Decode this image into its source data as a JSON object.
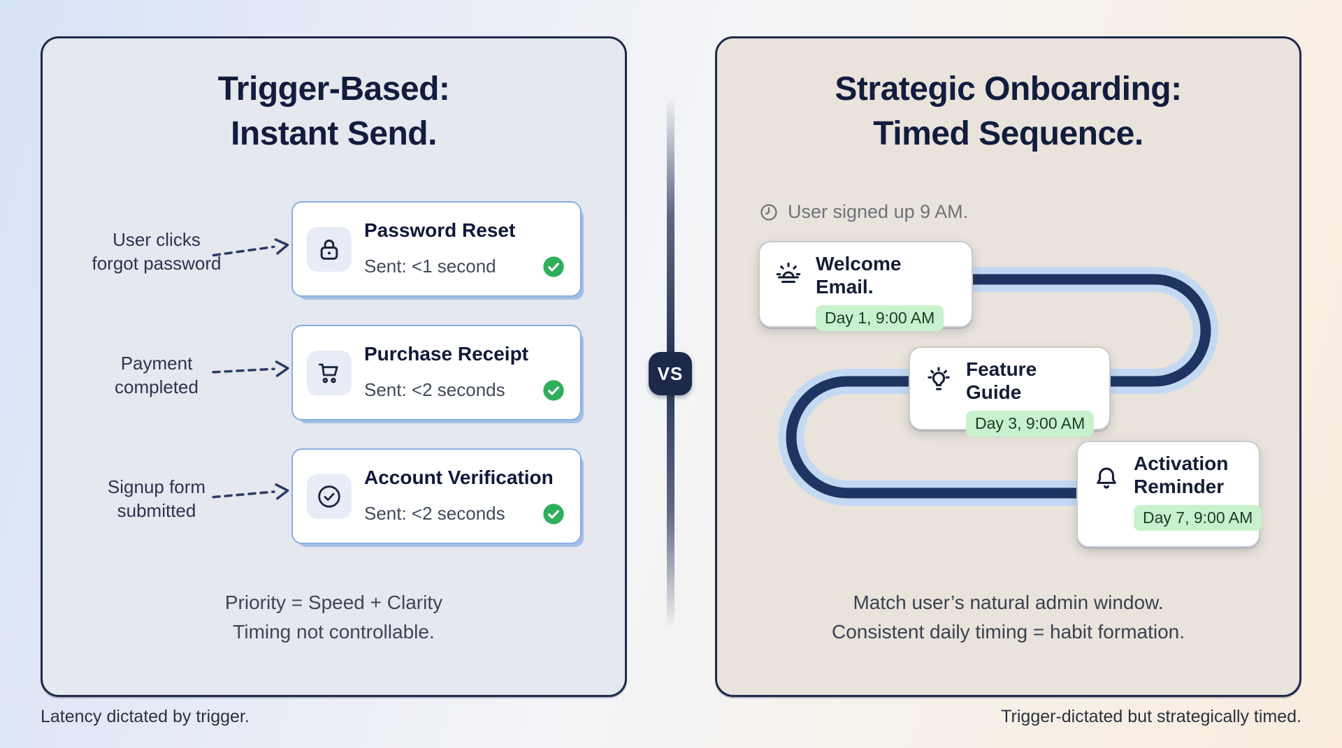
{
  "left_panel": {
    "title_line1": "Trigger-Based:",
    "title_line2": "Instant Send.",
    "rows": [
      {
        "trigger_line1": "User clicks",
        "trigger_line2": "forgot password",
        "card_title": "Password Reset",
        "card_subtitle": "Sent: <1 second",
        "icon": "lock-icon",
        "status_icon": "check-circle-green"
      },
      {
        "trigger_line1": "Payment",
        "trigger_line2": "completed",
        "card_title": "Purchase Receipt",
        "card_subtitle": "Sent: <2 seconds",
        "icon": "cart-icon",
        "status_icon": "check-circle-green"
      },
      {
        "trigger_line1": "Signup form",
        "trigger_line2": "submitted",
        "card_title": "Account Verification",
        "card_subtitle": "Sent: <2 seconds",
        "icon": "check-circle-icon",
        "status_icon": "check-circle-green"
      }
    ],
    "summary_line1": "Priority = Speed + Clarity",
    "summary_line2": "Timing not controllable.",
    "caption": "Latency dictated by trigger."
  },
  "divider": {
    "vs_label": "VS"
  },
  "right_panel": {
    "title_line1": "Strategic Onboarding:",
    "title_line2": "Timed Sequence.",
    "signup_note": "User signed up 9 AM.",
    "signup_icon": "clock-icon",
    "steps": [
      {
        "title": "Welcome Email.",
        "badge": "Day 1, 9:00 AM",
        "icon": "sunrise-icon"
      },
      {
        "title": "Feature Guide",
        "badge": "Day 3, 9:00 AM",
        "icon": "lightbulb-icon"
      },
      {
        "title": "Activation Reminder",
        "badge": "Day 7, 9:00 AM",
        "icon": "bell-icon"
      }
    ],
    "summary_line1": "Match user’s natural admin window.",
    "summary_line2": "Consistent daily timing = habit formation.",
    "caption": "Trigger-dictated but strategically timed."
  },
  "colors": {
    "panel_border_navy": "#1d2a4b",
    "left_panel_bg": "#e6e8ef",
    "right_panel_bg": "#e9e3db",
    "card_border_blue": "#86aede",
    "path_core_navy": "#1d3560",
    "path_casing_blue": "#c3d8f3",
    "badge_green_bg": "#c8f2ce",
    "badge_green_text": "#1f3a28",
    "check_green": "#2fae5b",
    "vs_badge_bg": "#1c2949",
    "title_navy": "#111c3e"
  }
}
